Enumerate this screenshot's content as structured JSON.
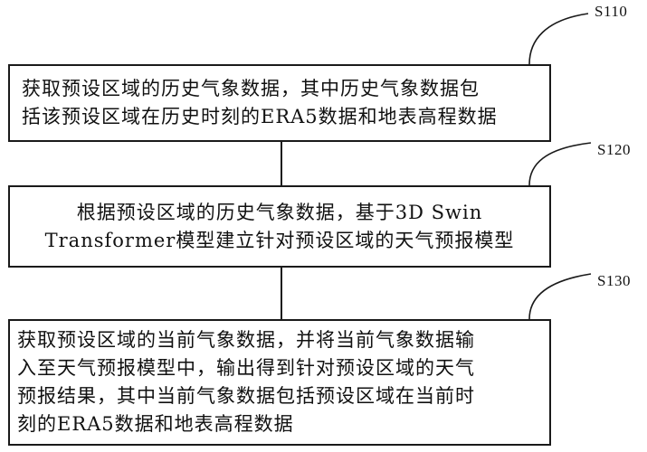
{
  "steps": [
    {
      "id": "S110",
      "text": "获取预设区域的历史气象数据，其中历史气象数据包\n括该预设区域在历史时刻的ERA5数据和地表高程数据"
    },
    {
      "id": "S120",
      "text": "根据预设区域的历史气象数据，基于3D Swin\nTransformer模型建立针对预设区域的天气预报模型"
    },
    {
      "id": "S130",
      "text": "获取预设区域的当前气象数据，并将当前气象数据输\n入至天气预报模型中，输出得到针对预设区域的天气\n预报结果，其中当前气象数据包括预设区域在当前时\n刻的ERA5数据和地表高程数据"
    }
  ]
}
